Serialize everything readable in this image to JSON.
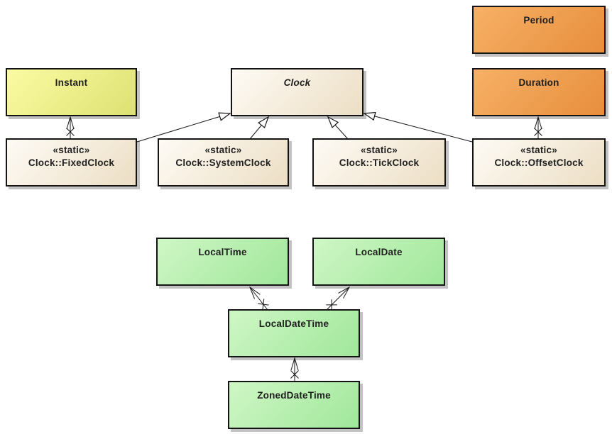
{
  "diagram": {
    "kind": "uml-class-diagram",
    "background": "#ffffff"
  },
  "palette": {
    "border": "#141414",
    "text": "#1f1f1f",
    "shadow": "#c2c2c2",
    "yellow_start": "#fbfba3",
    "yellow_end": "#dde172",
    "cream_start": "#fefbf5",
    "cream_end": "#ecdec4",
    "orange_start": "#f7b166",
    "orange_end": "#e78e3c",
    "green_start": "#cff7c5",
    "green_end": "#a0e79b"
  },
  "classes": [
    {
      "name": "Period",
      "stereotype": "",
      "fill": "orange",
      "abstract": false
    },
    {
      "name": "Instant",
      "stereotype": "",
      "fill": "yellow",
      "abstract": false
    },
    {
      "name": "Clock",
      "stereotype": "",
      "fill": "cream",
      "abstract": true
    },
    {
      "name": "Duration",
      "stereotype": "",
      "fill": "orange",
      "abstract": false
    },
    {
      "name": "Clock::FixedClock",
      "stereotype": "«static»",
      "fill": "cream",
      "abstract": false
    },
    {
      "name": "Clock::SystemClock",
      "stereotype": "«static»",
      "fill": "cream",
      "abstract": false
    },
    {
      "name": "Clock::TickClock",
      "stereotype": "«static»",
      "fill": "cream",
      "abstract": false
    },
    {
      "name": "Clock::OffsetClock",
      "stereotype": "«static»",
      "fill": "cream",
      "abstract": false
    },
    {
      "name": "LocalTime",
      "stereotype": "",
      "fill": "green",
      "abstract": false
    },
    {
      "name": "LocalDate",
      "stereotype": "",
      "fill": "green",
      "abstract": false
    },
    {
      "name": "LocalDateTime",
      "stereotype": "",
      "fill": "green",
      "abstract": false
    },
    {
      "name": "ZonedDateTime",
      "stereotype": "",
      "fill": "green",
      "abstract": false
    }
  ],
  "relations": [
    {
      "type": "generalization",
      "from": "Clock::FixedClock",
      "to": "Clock"
    },
    {
      "type": "generalization",
      "from": "Clock::SystemClock",
      "to": "Clock"
    },
    {
      "type": "generalization",
      "from": "Clock::TickClock",
      "to": "Clock"
    },
    {
      "type": "generalization",
      "from": "Clock::OffsetClock",
      "to": "Clock"
    },
    {
      "type": "directed-association",
      "from": "Clock::FixedClock",
      "to": "Instant",
      "target_marker": "open-arrow",
      "source_marker": "x"
    },
    {
      "type": "directed-association",
      "from": "Clock::OffsetClock",
      "to": "Duration",
      "target_marker": "open-arrow",
      "source_marker": "x"
    },
    {
      "type": "directed-association",
      "from": "LocalDateTime",
      "to": "LocalTime",
      "target_marker": "open-arrow",
      "source_marker": "x"
    },
    {
      "type": "directed-association",
      "from": "LocalDateTime",
      "to": "LocalDate",
      "target_marker": "open-arrow",
      "source_marker": "x"
    },
    {
      "type": "directed-association",
      "from": "ZonedDateTime",
      "to": "LocalDateTime",
      "target_marker": "open-arrow",
      "source_marker": "x"
    }
  ]
}
